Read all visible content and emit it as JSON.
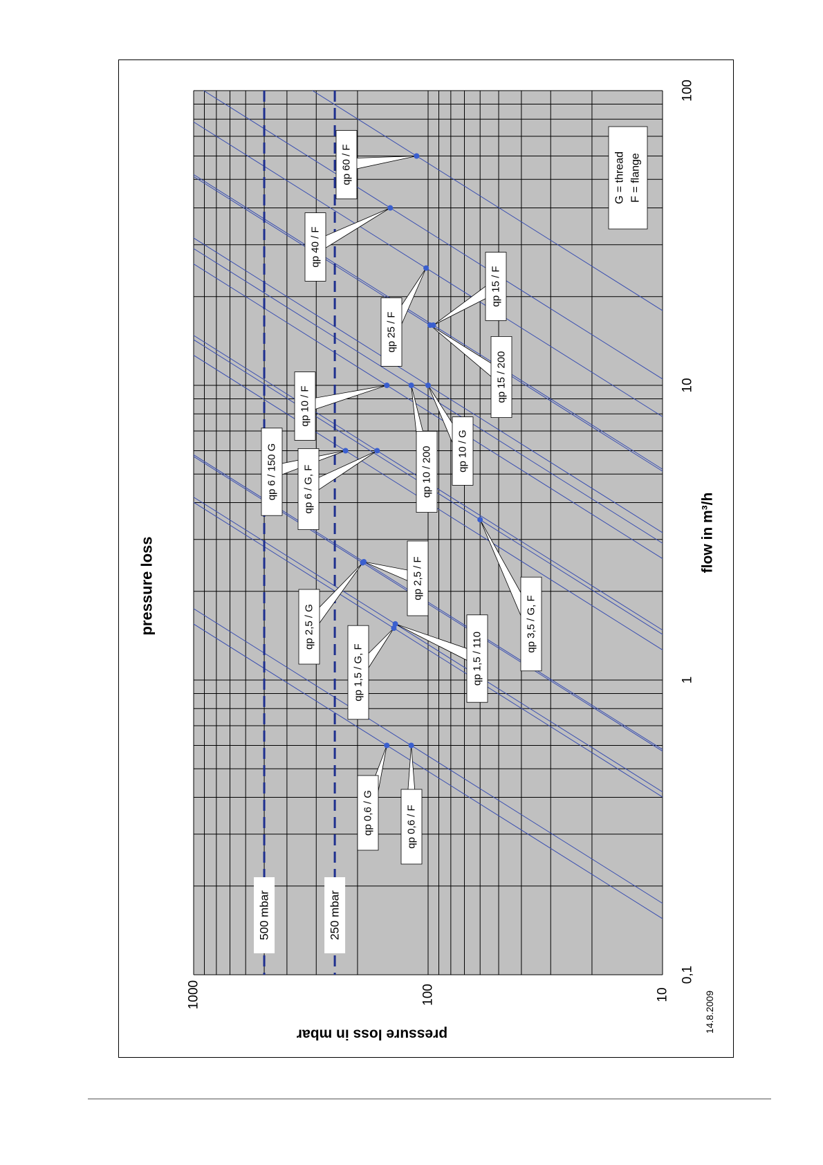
{
  "page": {
    "date_stamp": "14.8.2009"
  },
  "chart_data": {
    "type": "line",
    "title": "pressure loss",
    "xlabel": "flow in m³/h",
    "ylabel": "pressure loss in mbar",
    "x_scale": "log",
    "y_scale": "log",
    "xlim": [
      0.1,
      100
    ],
    "ylim": [
      10,
      1000
    ],
    "x_ticks": [
      "0,1",
      "1",
      "10",
      "100"
    ],
    "y_ticks": [
      "10",
      "100",
      "1000"
    ],
    "grid": true,
    "colors": {
      "plot_bg": "#c0c0c0",
      "grid": "#000000",
      "series_line": "#3a4fb0",
      "marker": "#3a5fcf",
      "threshold": "#1e2f8f"
    },
    "legend_note": [
      "G = thread",
      "F = flange"
    ],
    "legend_placement": "top-right",
    "thresholds": [
      {
        "label": "500 mbar",
        "value": 500
      },
      {
        "label": "250 mbar",
        "value": 250
      }
    ],
    "series": [
      {
        "name": "qp 0,6 / G",
        "points": [
          [
            0.6,
            150
          ]
        ]
      },
      {
        "name": "qp 0,6 / F",
        "points": [
          [
            0.6,
            118
          ]
        ]
      },
      {
        "name": "qp 1,5 / G, F",
        "points": [
          [
            1.5,
            140
          ]
        ]
      },
      {
        "name": "qp 1,5 / 110",
        "points": [
          [
            1.55,
            138
          ]
        ]
      },
      {
        "name": "qp 2,5 / G",
        "points": [
          [
            2.5,
            190
          ]
        ]
      },
      {
        "name": "qp 2,5 / F",
        "points": [
          [
            2.52,
            188
          ]
        ]
      },
      {
        "name": "qp 3,5 / G, F",
        "points": [
          [
            3.5,
            60
          ]
        ]
      },
      {
        "name": "qp 6 / 150 G",
        "points": [
          [
            6,
            225
          ]
        ]
      },
      {
        "name": "qp 6 / G, F",
        "points": [
          [
            6,
            165
          ]
        ]
      },
      {
        "name": "qp 10 / F",
        "points": [
          [
            10,
            150
          ]
        ]
      },
      {
        "name": "qp 10 / 200",
        "points": [
          [
            10,
            118
          ]
        ]
      },
      {
        "name": "qp 10 / G",
        "points": [
          [
            10,
            100
          ]
        ]
      },
      {
        "name": "qp 15 / 200",
        "points": [
          [
            16,
            98
          ]
        ]
      },
      {
        "name": "qp 15 / F",
        "points": [
          [
            16,
            95
          ]
        ]
      },
      {
        "name": "qp 25 / F",
        "points": [
          [
            25,
            102
          ]
        ]
      },
      {
        "name": "qp 40 / F",
        "points": [
          [
            40,
            145
          ]
        ]
      },
      {
        "name": "qp 60 / F",
        "points": [
          [
            60,
            112
          ]
        ]
      }
    ]
  }
}
